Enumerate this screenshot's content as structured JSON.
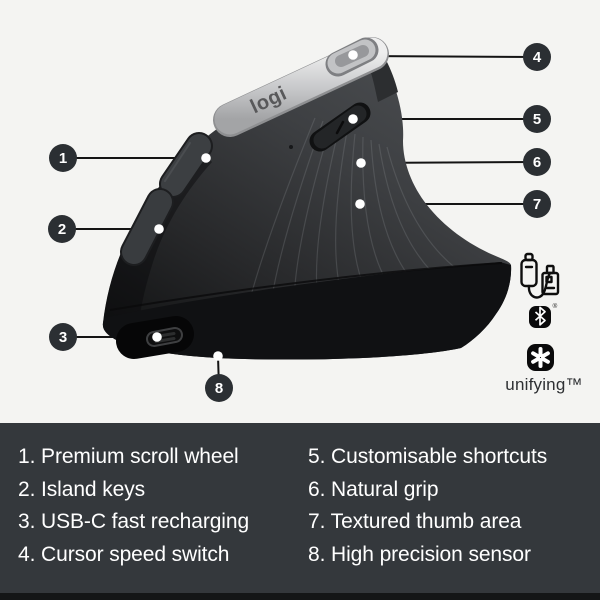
{
  "brand": {
    "logo_text": "logi"
  },
  "badges": [
    "1",
    "2",
    "3",
    "4",
    "5",
    "6",
    "7",
    "8"
  ],
  "legend": {
    "column1": [
      "1. Premium scroll wheel",
      "2. Island keys",
      "3. USB-C fast recharging",
      "4. Cursor speed switch"
    ],
    "column2": [
      "5. Customisable shortcuts",
      "6. Natural grip",
      "7. Textured thumb area",
      "8. High precision sensor"
    ]
  },
  "connectivity": {
    "unifying_label": "unifying™",
    "registered_mark": "®"
  },
  "colors": {
    "background": "#f4f4f2",
    "legend_panel": "#34383c",
    "footer_strip": "#141617",
    "badge": "#2b2f33",
    "callout_line": "#141414",
    "mouse_body": "#3c3e41",
    "mouse_base": "#101113",
    "silver_cap": "#c9cacc",
    "icon_black": "#0b0b0c",
    "legend_text": "#ffffff"
  }
}
